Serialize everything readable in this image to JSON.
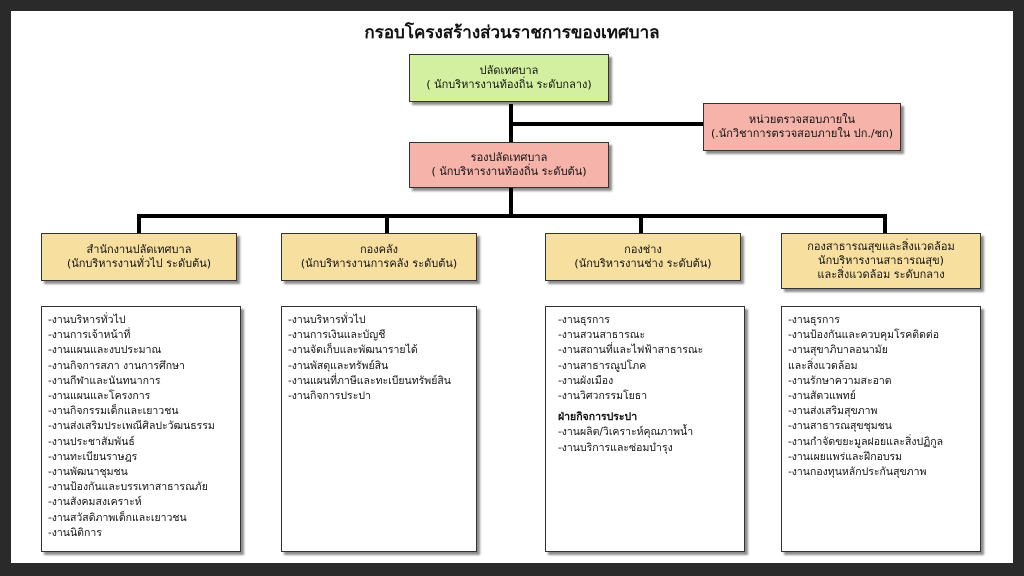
{
  "title": "กรอบโครงสร้างส่วนราชการของเทศบาล",
  "top": {
    "name": "ปลัดเทศบาล",
    "level": "( นักบริหารงานท้องถิ่น  ระดับกลาง)"
  },
  "audit": {
    "name": "หน่วยตรวจสอบภายใน",
    "level": "(.นักวิชาการตรวจสอบภายใน ปก./ชก)"
  },
  "deputy": {
    "name": "รองปลัดเทศบาล",
    "level": "( นักบริหารงานท้องถิ่น  ระดับต้น)"
  },
  "departments": [
    {
      "name": "สำนักงานปลัดเทศบาล",
      "level": "(นักบริหารงานทั่วไป  ระดับต้น)",
      "level2": "",
      "items": [
        "-งานบริหารทั่วไป",
        "-งานการเจ้าหน้าที่",
        "-งานแผนและงบประมาณ",
        "-งานกิจการสภา งานการศึกษา",
        "-งานกีฬาและนันทนาการ",
        "-งานแผนและโครงการ",
        "-งานกิจกรรมเด็กและเยาวชน",
        "-งานส่งเสริมประเพณีศิลปะวัฒนธรรม",
        "-งานประชาสัมพันธ์",
        "-งานทะเบียนราษฎร",
        "-งานพัฒนาชุมชน",
        "-งานป้องกันและบรรเทาสาธารณภัย",
        "-งานสังคมสงเคราะห์",
        "-งานสวัสดิภาพเด็กและเยาวชน",
        "-งานนิติการ"
      ],
      "subheading": "",
      "subitems": []
    },
    {
      "name": "กองคลัง",
      "level": "(นักบริหารงานการคลัง  ระดับต้น)",
      "level2": "",
      "items": [
        "-งานบริหารทั่วไป",
        "-งานการเงินและบัญชี",
        "-งานจัดเก็บและพัฒนารายได้",
        "-งานพัสดุและทรัพย์สิน",
        "-งานแผนที่ภาษีและทะเบียนทรัพย์สิน",
        "-งานกิจการประปา"
      ],
      "subheading": "",
      "subitems": []
    },
    {
      "name": "กองช่าง",
      "level": "(นักบริหารงานช่าง  ระดับต้น)",
      "level2": "",
      "items": [
        "-งานธุรการ",
        "-งานสวนสาธารณะ",
        "-งานสถานที่และไฟฟ้าสาธารณะ",
        "-งานสาธารณูปโภค",
        "-งานผังเมือง",
        "-งานวิศวกรรมโยธา"
      ],
      "subheading": "ฝ่ายกิจการประปา",
      "subitems": [
        "-งานผลิต/วิเคราะห์คุณภาพน้ำ",
        "-งานบริการและซ่อมบำรุง"
      ]
    },
    {
      "name": "กองสาธารณสุขและสิ่งแวดล้อม",
      "level": "นักบริหารงานสาธารณสุข)",
      "level2": "และสิ่งแวดล้อม ระดับกลาง",
      "items": [
        "-งานธุรการ",
        "-งานป้องกันและควบคุมโรคติดต่อ",
        "-งานสุขาภิบาลอนามัย",
        "  และสิ่งแวดล้อม",
        "-งานรักษาความสะอาด",
        "-งานสัตวแพทย์",
        "-งานส่งเสริมสุขภาพ",
        "-งานสาธารณสุขชุมชน",
        "-งานกำจัดขยะมูลฝอยและสิ่งปฏิกูล",
        "-งานเผยแพร่และฝึกอบรม",
        "-งานกองทุนหลักประกันสุขภาพ"
      ],
      "subheading": "",
      "subitems": []
    }
  ]
}
